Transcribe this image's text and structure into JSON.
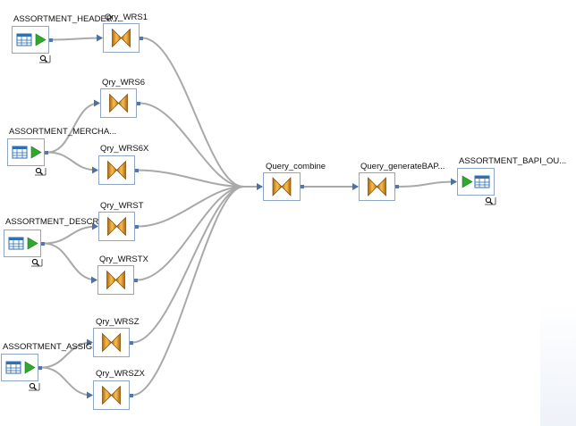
{
  "sources": [
    {
      "id": "s1",
      "label": "ASSORTMENT_HEADER..."
    },
    {
      "id": "s2",
      "label": "ASSORTMENT_MERCHA..."
    },
    {
      "id": "s3",
      "label": "ASSORTMENT_DESCRI..."
    },
    {
      "id": "s4",
      "label": "ASSORTMENT_ASSIGN..."
    }
  ],
  "queries": [
    {
      "id": "q1",
      "label": "Qry_WRS1"
    },
    {
      "id": "q2",
      "label": "Qry_WRS6"
    },
    {
      "id": "q3",
      "label": "Qry_WRS6X"
    },
    {
      "id": "q4",
      "label": "Qry_WRST"
    },
    {
      "id": "q5",
      "label": "Qry_WRSTX"
    },
    {
      "id": "q6",
      "label": "Qry_WRSZ"
    },
    {
      "id": "q7",
      "label": "Qry_WRSZX"
    }
  ],
  "combine": {
    "label": "Query_combine"
  },
  "generate": {
    "label": "Query_generateBAP..."
  },
  "target": {
    "label": "ASSORTMENT_BAPI_OU..."
  },
  "colors": {
    "wire": "#a9a9a9",
    "border": "#8ea6c6",
    "port": "#4f77b3",
    "table": "#2f6fb5",
    "play": "#2fa82f",
    "bowtie_dark": "#b0660a",
    "bowtie_light": "#f2b84a"
  },
  "icons": {
    "source": "table-play-icon",
    "query": "bowtie-query-icon",
    "target": "play-table-icon",
    "lens": "magnifier-icon"
  }
}
